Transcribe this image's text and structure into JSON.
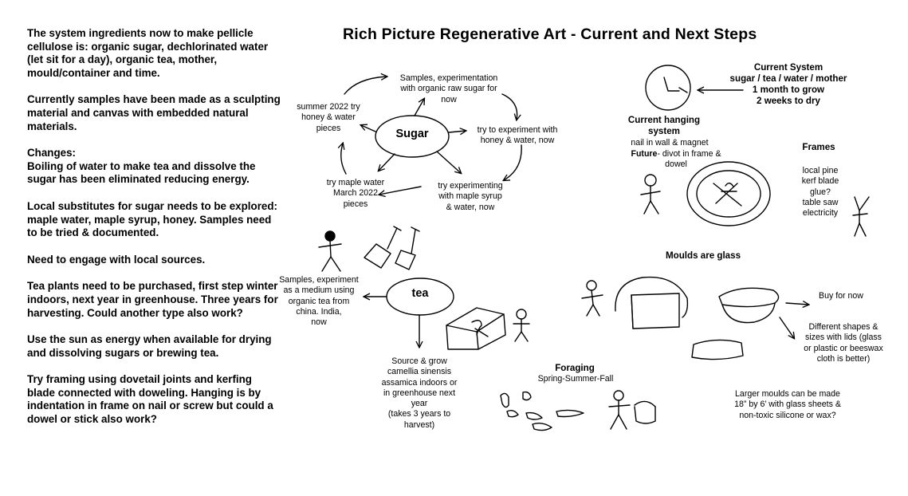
{
  "title": "Rich Picture Regenerative Art - Current and Next Steps",
  "notes": [
    "The system ingredients now to make pellicle cellulose is: organic sugar, dechlorinated water (let sit for a day), organic tea, mother, mould/container and time.",
    "Currently samples have been made as a sculpting material and canvas with embedded natural materials.",
    "Changes:\nBoiling of water to make tea and dissolve the sugar has been eliminated reducing energy.",
    "Local substitutes for sugar needs to be explored: maple water, maple syrup, honey. Samples need to be tried & documented.",
    "Need to engage with local sources.",
    "Tea plants need to be purchased, first step winter indoors, next year in greenhouse. Three years for harvesting. Could another type also work?",
    "Use the sun as energy when available for drying and dissolving sugars or brewing tea.",
    "Try framing using dovetail joints and kerfing blade connected with doweling. Hanging is by indentation in frame on nail or screw but could a dowel or stick also work?"
  ],
  "sugar": {
    "node": "Sugar",
    "samples_raw": "Samples, experimentation\nwith organic raw sugar for\nnow",
    "honey_now": "try to experiment with\nhoney & water, now",
    "maple_syrup": "try experimenting\nwith maple syrup\n& water, now",
    "maple_water": "try maple water\nMarch 2022\npieces",
    "summer_honey": "summer 2022 try\nhoney & water\npieces"
  },
  "tea": {
    "node": "tea",
    "samples": "Samples, experiment\nas a medium using\norganic tea from\nchina. India,\nnow",
    "source": "Source & grow\ncamellia sinensis\nassamica indoors or\nin greenhouse next\nyear\n(takes 3 years to\nharvest)"
  },
  "current_system": {
    "heading": "Current System",
    "lines": "sugar / tea / water / mother\n1 month to grow\n2 weeks to dry"
  },
  "hanging": {
    "heading": "Current hanging\nsystem",
    "current": "nail in wall & magnet",
    "future_label": "Future",
    "future": "- divot in frame &\ndowel"
  },
  "frames": {
    "heading": "Frames",
    "items": "local pine\nkerf blade\nglue?\ntable saw\nelectricity"
  },
  "moulds": {
    "heading": "Moulds are glass",
    "buy": "Buy for now",
    "shapes": "Different shapes &\nsizes with lids (glass\nor plastic or beeswax\ncloth is better)",
    "larger": "Larger moulds can be made\n18” by 6’ with glass sheets &\nnon-toxic silicone or wax?"
  },
  "foraging": {
    "heading": "Foraging",
    "seasons": "Spring-Summer-Fall"
  }
}
